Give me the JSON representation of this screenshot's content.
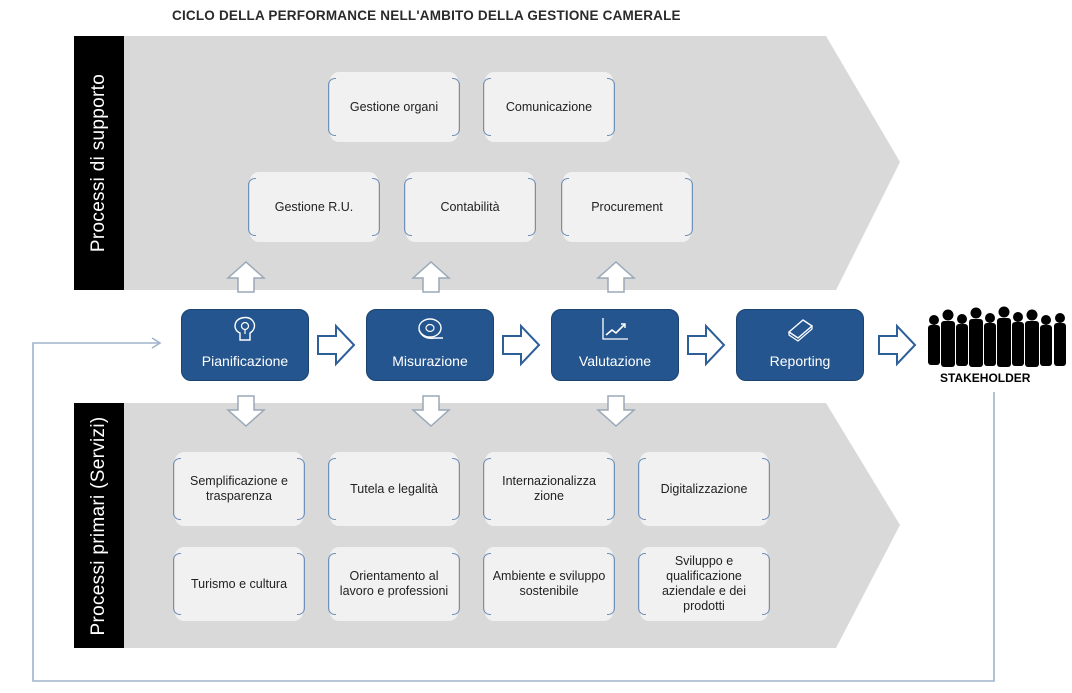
{
  "title": "CICLO DELLA PERFORMANCE NELL'AMBITO DELLA GESTIONE CAMERALE",
  "sections": {
    "support_label": "Processi di supporto",
    "primary_label": "Processi primari (Servizi)"
  },
  "support_processes": {
    "row1": [
      "Gestione organi",
      "Comunicazione"
    ],
    "row2": [
      "Gestione R.U.",
      "Contabilità",
      "Procurement"
    ]
  },
  "cycle_steps": [
    "Pianificazione",
    "Misurazione",
    "Valutazione",
    "Reporting"
  ],
  "stakeholder_label": "STAKEHOLDER",
  "primary_processes": {
    "row1": [
      "Semplificazione e trasparenza",
      "Tutela e legalità",
      "Internazionalizza zione",
      "Digitalizzazione"
    ],
    "row2": [
      "Turismo e cultura",
      "Orientamento al lavoro e professioni",
      "Ambiente e sviluppo sostenibile",
      "Sviluppo e qualificazione aziendale e dei prodotti"
    ]
  },
  "colors": {
    "step_fill": "#24558f",
    "band_fill": "#d9d9d9",
    "card_fill": "#f1f1f1",
    "arrow_stroke": "#2e5f99",
    "sidebar_fill": "#000000"
  },
  "icons": [
    "brain-bulb-icon",
    "measuring-tape-icon",
    "line-chart-icon",
    "book-icon",
    "stakeholder-crowd-icon"
  ]
}
